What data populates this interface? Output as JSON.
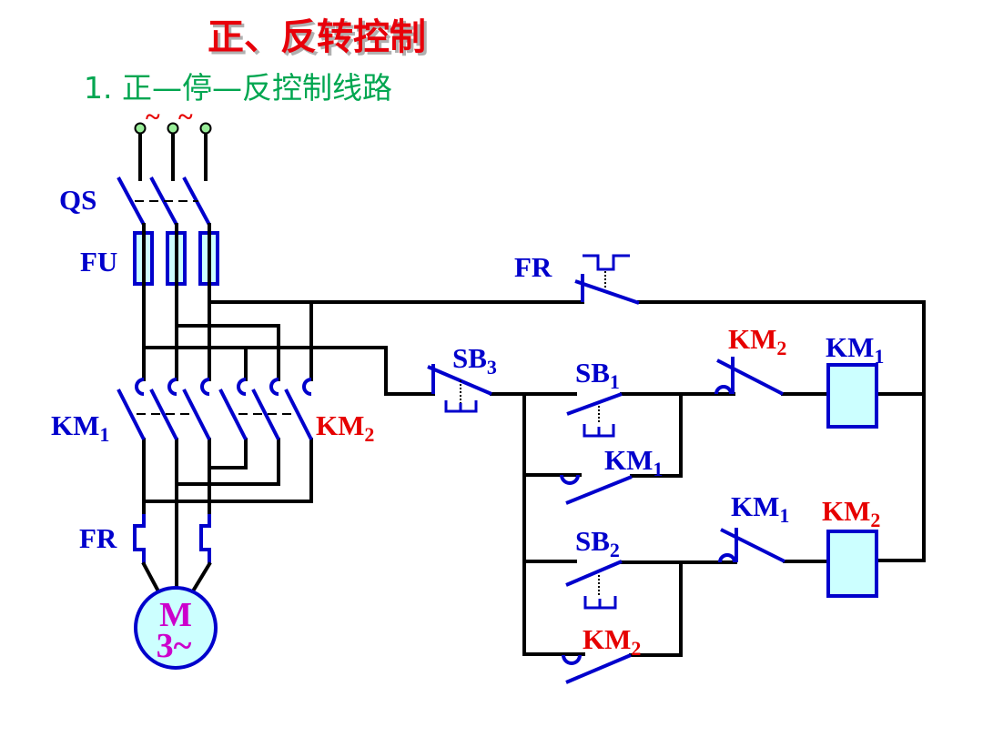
{
  "slide": {
    "title": "正、反转控制",
    "subtitle": "1.  正—停—反控制线路"
  },
  "colors": {
    "symbol_blue": "#0000cc",
    "label_red": "#e60000",
    "wire": "#000000",
    "coil_fill": "#ccffff",
    "title": "#e8000a",
    "subtitle": "#00a650",
    "motor_text": "#cc00cc",
    "terminal_fill": "#99ee99"
  },
  "power_circuit": {
    "supply_symbols": [
      "~",
      "~"
    ],
    "qs": {
      "base": "QS"
    },
    "fu": {
      "base": "FU"
    },
    "km1_main": {
      "base": "KM",
      "sub": "1"
    },
    "km2_main": {
      "base": "KM",
      "sub": "2"
    },
    "fr_heater": {
      "base": "FR"
    },
    "motor": {
      "line1": "M",
      "line2": "3~"
    }
  },
  "control_circuit": {
    "fr_contact": {
      "base": "FR"
    },
    "sb3_stop": {
      "base": "SB",
      "sub": "3"
    },
    "sb1_forward": {
      "base": "SB",
      "sub": "1"
    },
    "sb2_reverse": {
      "base": "SB",
      "sub": "2"
    },
    "km2_interlock": {
      "base": "KM",
      "sub": "2"
    },
    "km1_coil": {
      "base": "KM",
      "sub": "1"
    },
    "km1_holding": {
      "base": "KM",
      "sub": "1"
    },
    "km1_interlock": {
      "base": "KM",
      "sub": "1"
    },
    "km2_coil": {
      "base": "KM",
      "sub": "2"
    },
    "km2_holding": {
      "base": "KM",
      "sub": "2"
    }
  }
}
